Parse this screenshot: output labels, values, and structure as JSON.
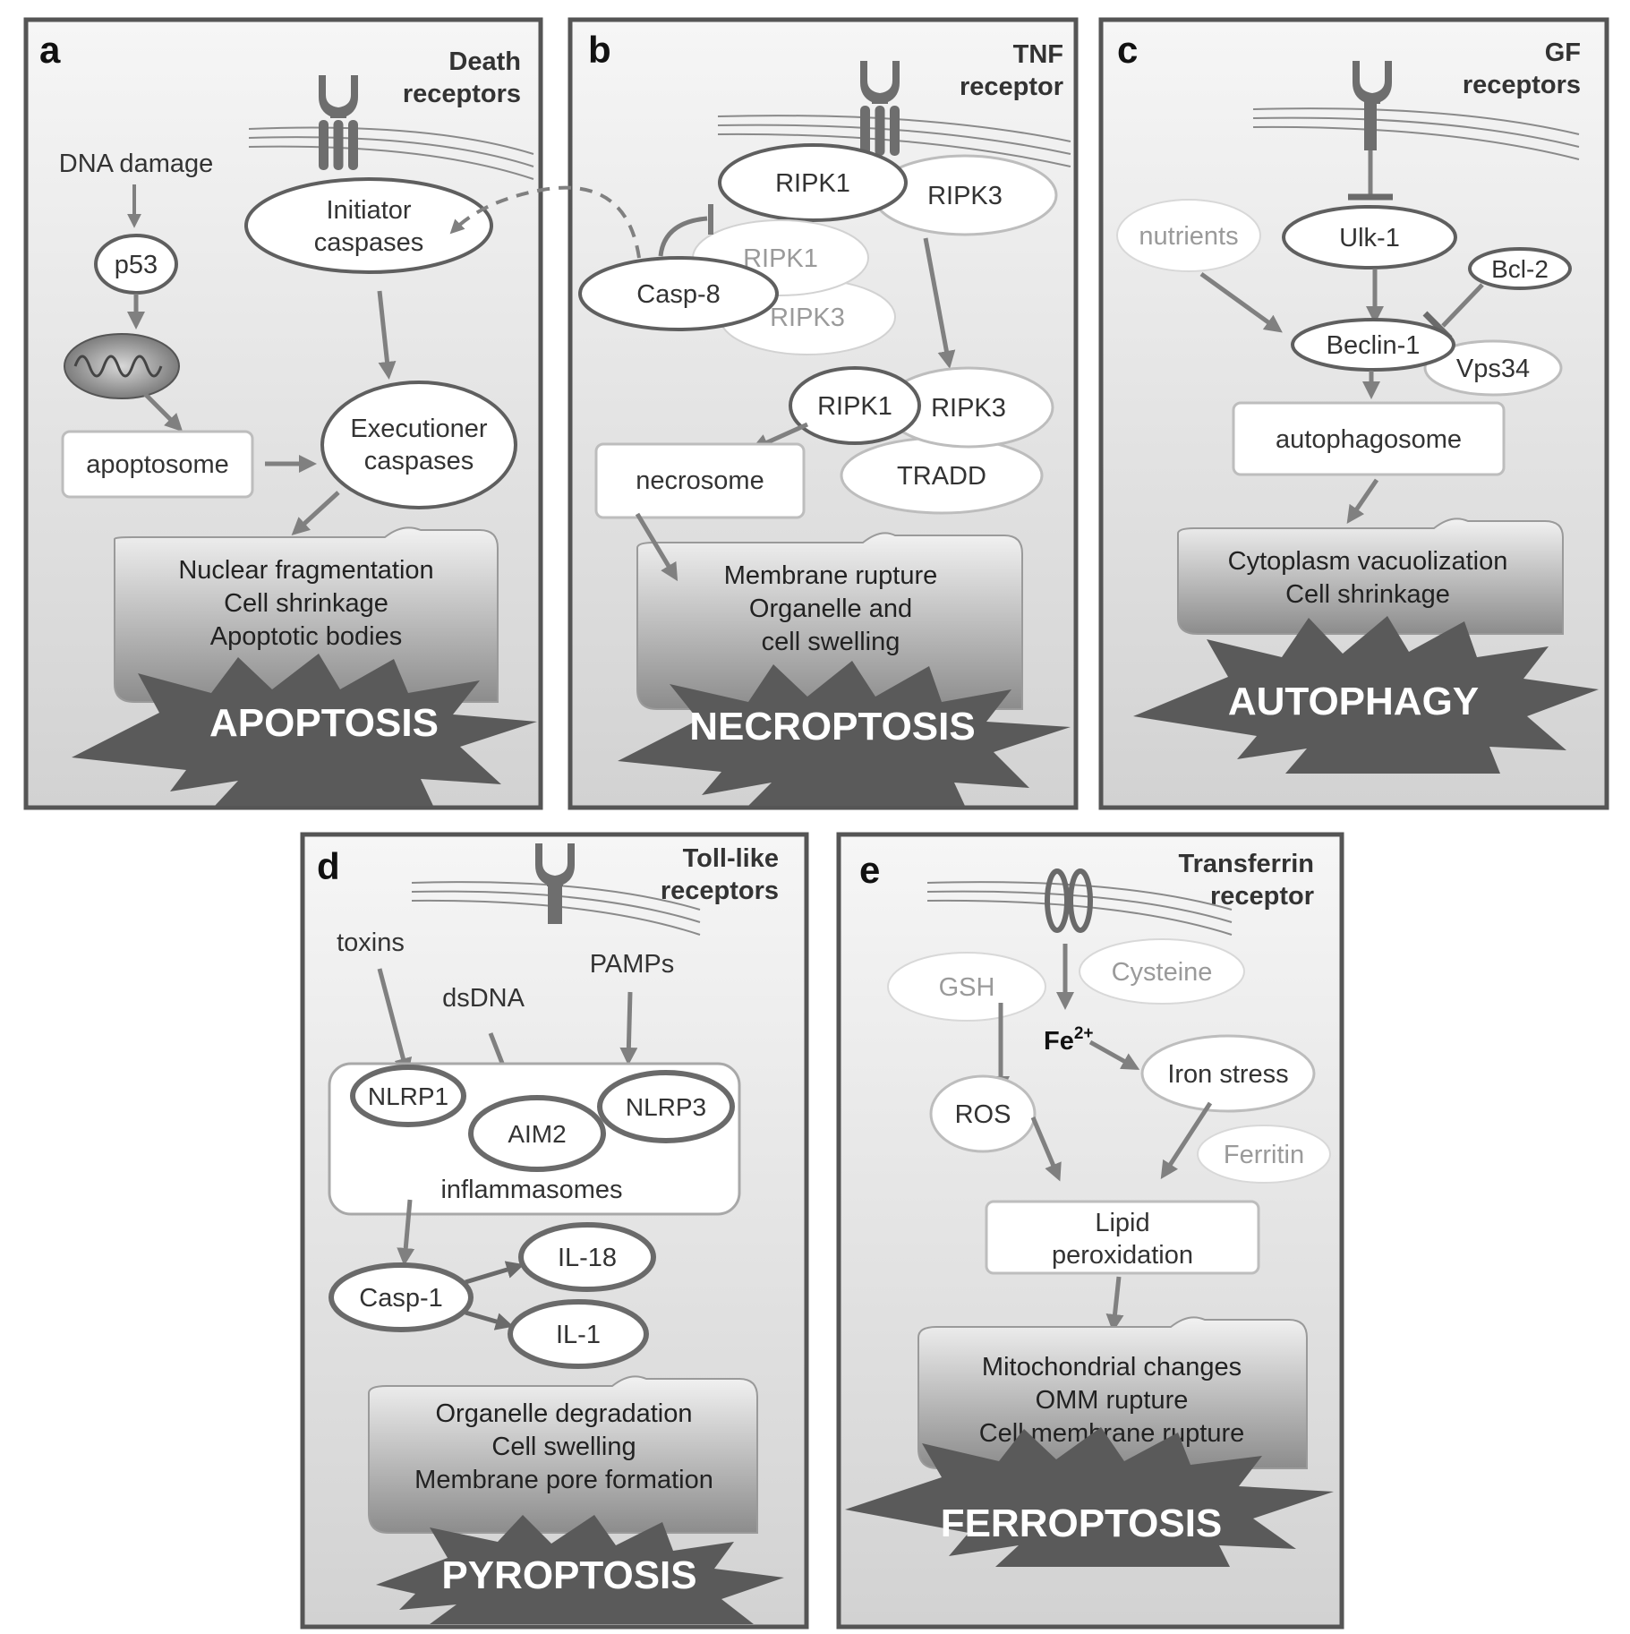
{
  "colors": {
    "panel_border": "#555555",
    "arrow": "#808080",
    "star": "#5a5a5a",
    "node_border": "#5f5f5f",
    "faint_node": "#c8c8c8",
    "faint_text": "#9a9a9a"
  },
  "panels": {
    "a": {
      "letter": "a",
      "receptor_line1": "Death",
      "receptor_line2": "receptors",
      "dna_damage": "DNA damage",
      "p53": "p53",
      "apoptosome": "apoptosome",
      "initiator_line1": "Initiator",
      "initiator_line2": "caspases",
      "executioner_line1": "Executioner",
      "executioner_line2": "caspases",
      "outcome_line1": "Nuclear fragmentation",
      "outcome_line2": "Cell shrinkage",
      "outcome_line3": "Apoptotic bodies",
      "label": "APOPTOSIS"
    },
    "b": {
      "letter": "b",
      "receptor_line1": "TNF",
      "receptor_line2": "receptor",
      "ripk1_top": "RIPK1",
      "ripk3_top": "RIPK3",
      "ripk1_faint": "RIPK1",
      "ripk3_faint": "RIPK3",
      "casp8": "Casp-8",
      "ripk1_mid": "RIPK1",
      "ripk3_mid": "RIPK3",
      "tradd": "TRADD",
      "necrosome": "necrosome",
      "outcome_line1": "Membrane rupture",
      "outcome_line2": "Organelle and",
      "outcome_line3": "cell swelling",
      "label": "NECROPTOSIS"
    },
    "c": {
      "letter": "c",
      "receptor_line1": "GF",
      "receptor_line2": "receptors",
      "nutrients": "nutrients",
      "ulk1": "Ulk-1",
      "bcl2": "Bcl-2",
      "beclin1": "Beclin-1",
      "vps34": "Vps34",
      "autophagosome": "autophagosome",
      "outcome_line1": "Cytoplasm vacuolization",
      "outcome_line2": "Cell shrinkage",
      "label": "AUTOPHAGY"
    },
    "d": {
      "letter": "d",
      "receptor_line1": "Toll-like",
      "receptor_line2": "receptors",
      "toxins": "toxins",
      "dsdna": "dsDNA",
      "pamps": "PAMPs",
      "nlrp1": "NLRP1",
      "aim2": "AIM2",
      "nlrp3": "NLRP3",
      "inflammasomes": "inflammasomes",
      "casp1": "Casp-1",
      "il18": "IL-18",
      "il1": "IL-1",
      "outcome_line1": "Organelle degradation",
      "outcome_line2": "Cell swelling",
      "outcome_line3": "Membrane pore  formation",
      "label": "PYROPTOSIS"
    },
    "e": {
      "letter": "e",
      "receptor_line1": "Transferrin",
      "receptor_line2": "receptor",
      "gsh": "GSH",
      "cysteine": "Cysteine",
      "fe": "Fe",
      "fe_sup": "2+",
      "ros": "ROS",
      "iron_stress": "Iron stress",
      "ferritin": "Ferritin",
      "lipid_line1": "Lipid",
      "lipid_line2": "peroxidation",
      "outcome_line1": "Mitochondrial changes",
      "outcome_line2": "OMM  rupture",
      "outcome_line3": "Cell membrane rupture",
      "label": "FERROPTOSIS"
    }
  }
}
